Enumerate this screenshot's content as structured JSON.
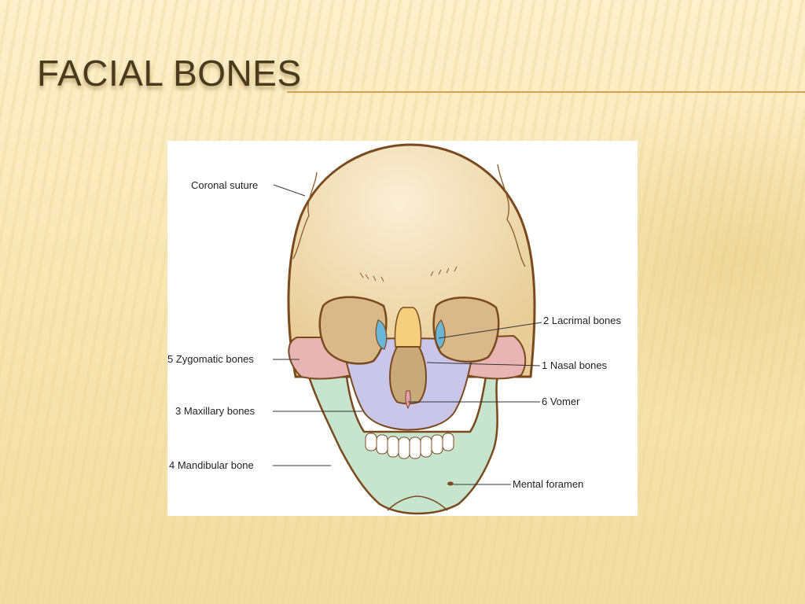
{
  "slide": {
    "title": "FACIAL BONES"
  },
  "diagram": {
    "labels": {
      "coronal_suture": "Coronal suture",
      "lacrimal": "2 Lacrimal bones",
      "zygomatic": "5 Zygomatic bones",
      "nasal": "1 Nasal bones",
      "maxillary": "3 Maxillary bones",
      "vomer": "6 Vomer",
      "mandibular": "4 Mandibular bone",
      "mental_foramen": "Mental foramen"
    },
    "colors": {
      "cranium": "#efd9ad",
      "outline": "#7a4a1e",
      "zygomatic": "#e8b4b4",
      "maxilla": "#c9c6ea",
      "mandible": "#c7e4cf",
      "nasal": "#f6cf7e",
      "lacrimal": "#6ab6d6",
      "vomer": "#e99bb0",
      "teeth": "#ffffff"
    }
  }
}
